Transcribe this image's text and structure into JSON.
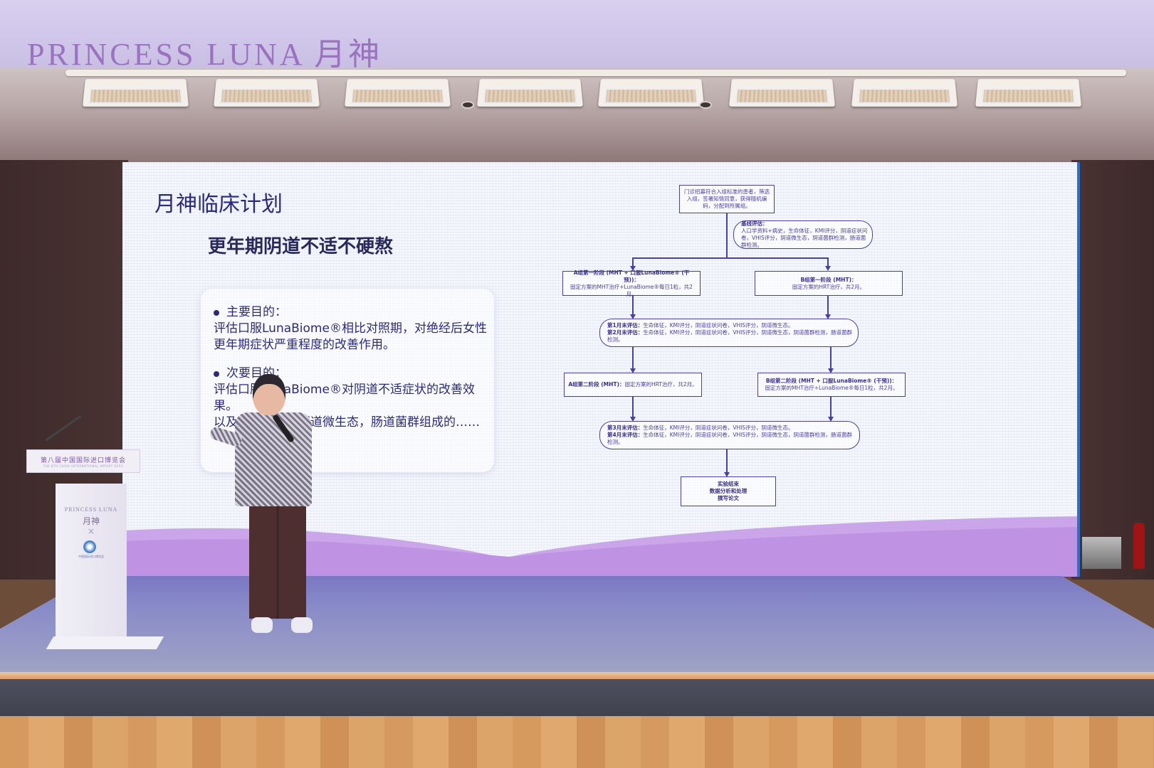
{
  "scene": {
    "description": "Conference presentation stage photo",
    "brand_banner": "PRINCESS LUNA 月神",
    "colors": {
      "brand_purple": "#9a72c0",
      "slide_text": "#2c2a78",
      "flowchart_line": "#4c3f9a",
      "stage_carpet": "#8a8cc8",
      "wave_purple": "#c79ce8"
    }
  },
  "slide": {
    "title": "月神临床计划",
    "subtitle": "更年期阴道不适不硬熬",
    "objectives": {
      "primary_label": "主要目的：",
      "primary_text": "评估口服LunaBiome®相比对照期，对绝经后女性更年期症状严重程度的改善作用。",
      "secondary_label": "次要目的：",
      "secondary_text_1": "评估口服LunaBiome®对阴道不适症状的改善效果。",
      "secondary_text_2": "以及……评分，阴道微生态，肠道菌群组成的……"
    },
    "flowchart": {
      "enroll": "门诊招募符合入组标准的患者，筛选入组，签署知情同意，获得随机编码，分配到所属组。",
      "baseline_title": "基线评估：",
      "baseline_text": "人口学资料+病史，生命体征，KMI评分，阴道症状问卷，VHIS评分，阴道微生态，阴道菌群检测，肠道菌群检测。",
      "a_phase1_title": "A组第一阶段 (MHT + 口服LunaBiome® (干预))：",
      "a_phase1_text": "固定方案的MHT治疗+LunaBiome®每日1粒，共2月。",
      "b_phase1_title": "B组第一阶段 (MHT)：",
      "b_phase1_text": "固定方案的HRT治疗，共2月。",
      "eval12_m1_title": "第1月末评估：",
      "eval12_m1_text": "生命体征，KMI评分，阴道症状问卷，VHIS评分，阴道微生态。",
      "eval12_m2_title": "第2月末评估：",
      "eval12_m2_text": "生命体征，KMI评分，阴道症状问卷，VHIS评分，阴道微生态，阴道菌群检测，肠道菌群检测。",
      "a_phase2_title": "A组第二阶段 (MHT)：",
      "a_phase2_text": "固定方案的HRT治疗，共2月。",
      "b_phase2_title": "B组第二阶段 (MHT + 口服LunaBiome® (干预))：",
      "b_phase2_text": "固定方案的MHT治疗+LunaBiome®每日1粒，共2月。",
      "eval34_m3_title": "第3月末评估：",
      "eval34_m3_text": "生命体征，KMI评分，阴道症状问卷，VHIS评分，阴道微生态。",
      "eval34_m4_title": "第4月末评估：",
      "eval34_m4_text": "生命体征，KMI评分，阴道症状问卷，VHIS评分，阴道微生态，阴道菌群检测，肠道菌群检测。",
      "end_line1": "实验结束",
      "end_line2": "数据分析和处理",
      "end_line3": "撰写论文"
    }
  },
  "podium": {
    "sign_cn": "第八届中国国际进口博览会",
    "sign_en": "THE 8TH CHINA INTERNATIONAL IMPORT EXPO",
    "brand_en": "PRINCESS LUNA",
    "brand_cn": "月神",
    "cross": "×",
    "emblem_text": "中国国际进口博览会"
  }
}
